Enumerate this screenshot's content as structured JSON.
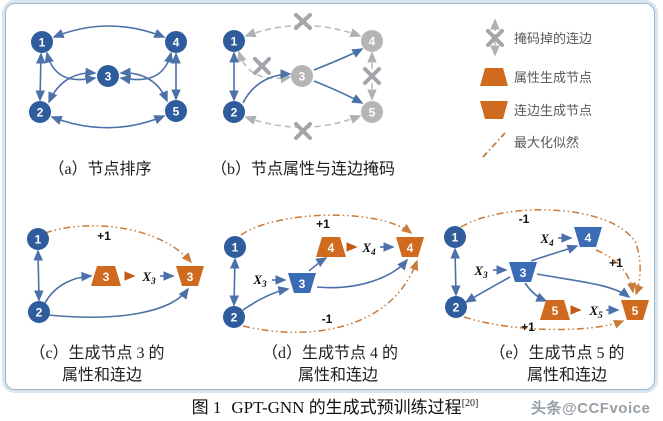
{
  "node_labels": {
    "n1": "1",
    "n2": "2",
    "n3": "3",
    "n4": "4",
    "n5": "5"
  },
  "x_labels": {
    "x": "X",
    "s3": "3",
    "s4": "4",
    "s5": "5"
  },
  "edge_labels": {
    "pos": "+1",
    "neg": "-1"
  },
  "panels": {
    "a": {
      "caption": "（a）节点排序"
    },
    "b": {
      "caption": "（b）节点属性与连边掩码"
    },
    "c": {
      "caption_line1": "（c）生成节点 3 的",
      "caption_line2": "属性和连边"
    },
    "d": {
      "caption_line1": "（d）生成节点 4 的",
      "caption_line2": "属性和连边"
    },
    "e": {
      "caption_line1": "（e）生成节点 5 的",
      "caption_line2": "属性和连边"
    }
  },
  "legend": {
    "masked_edge": "掩码掉的连边",
    "attr_gen_node": "属性生成节点",
    "edge_gen_node": "连边生成节点",
    "max_likelihood": "最大化似然"
  },
  "caption": {
    "figure_no": "图 1",
    "title": "GPT-GNN 的生成式预训练过程",
    "ref": "[20]"
  },
  "watermark": "头条@CCFvoice",
  "colors": {
    "node_blue": "#2e5c9c",
    "node_gray": "#b5b5b5",
    "edge_blue": "#4c70a8",
    "masked_gray": "#aeb2b6",
    "orange": "#d06a1f",
    "likelihood_orange": "#c87b3a"
  }
}
